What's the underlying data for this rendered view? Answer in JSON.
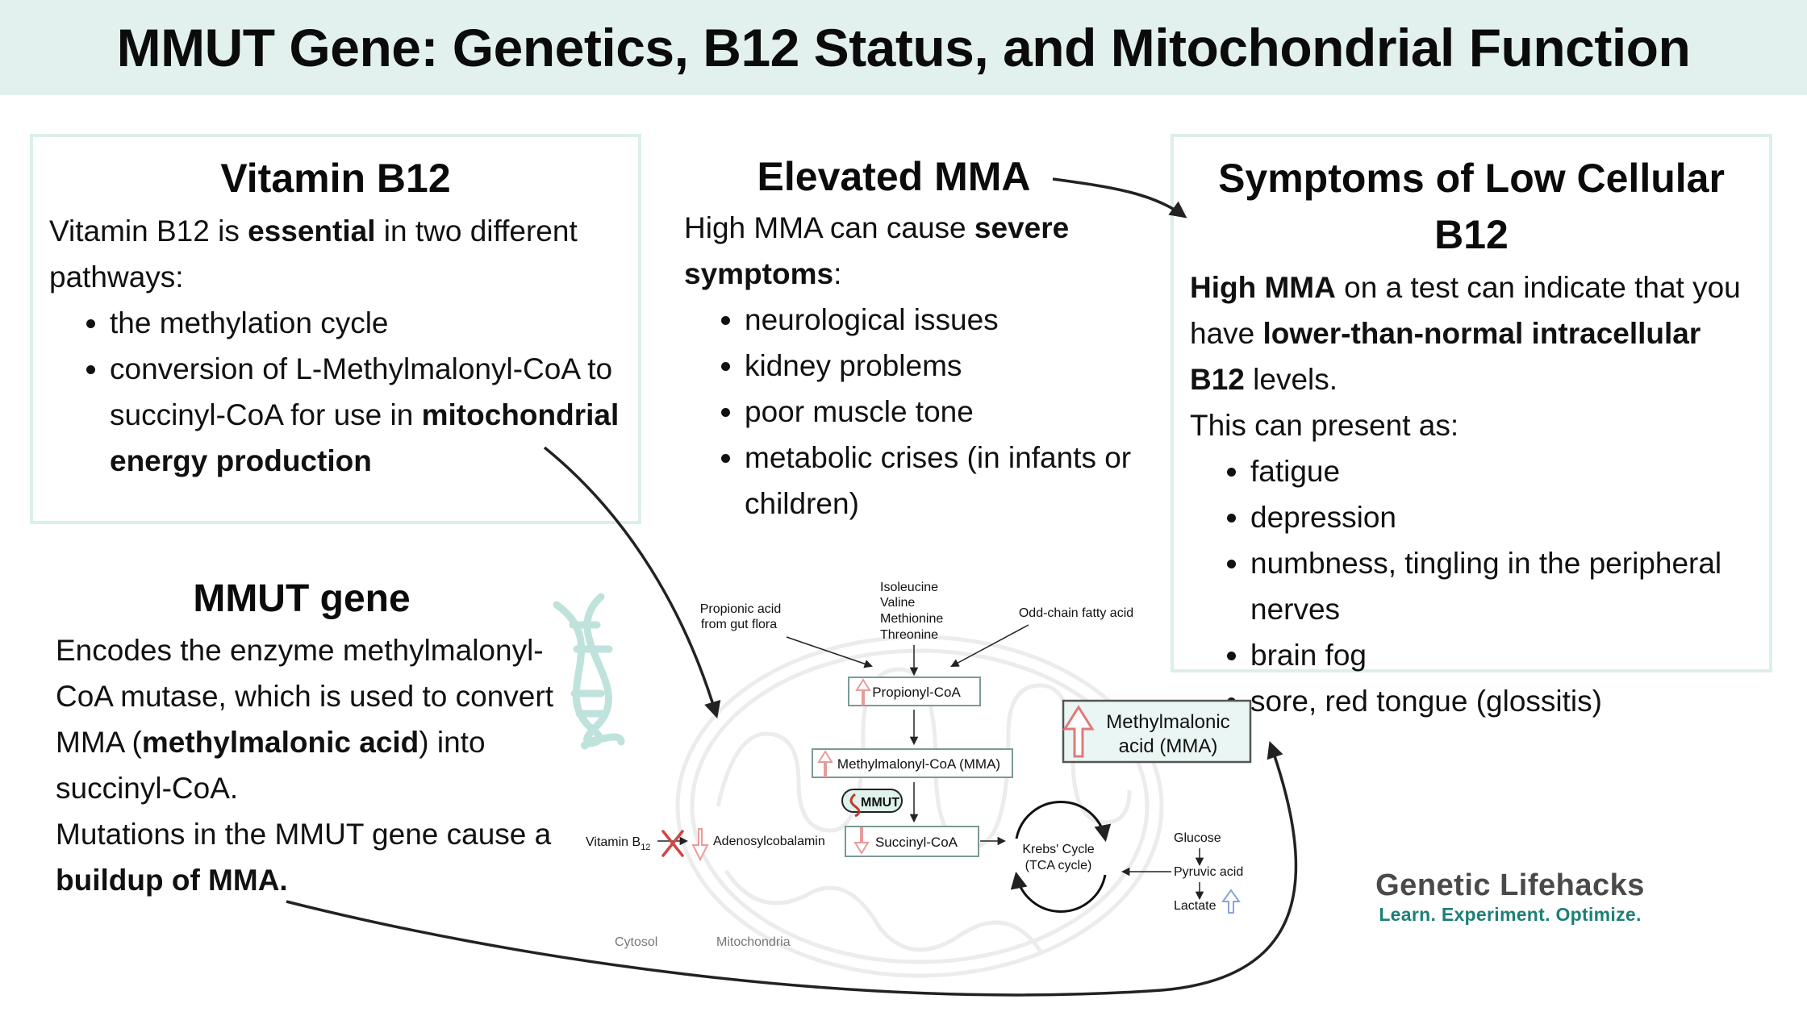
{
  "title": "MMUT Gene: Genetics, B12 Status, and Mitochondrial Function",
  "vitamin_b12": {
    "heading": "Vitamin B12",
    "intro_1": "Vitamin B12 is ",
    "intro_bold": "essential",
    "intro_2": " in two different pathways:",
    "bullet_1": "the methylation cycle",
    "bullet_2_a": "conversion of L-Methylmalonyl-CoA to succinyl-CoA for use in ",
    "bullet_2_bold": "mitochondrial energy production"
  },
  "elevated_mma": {
    "heading": "Elevated MMA",
    "intro_1": "High MMA can cause ",
    "intro_bold": "severe symptoms",
    "intro_2": ":",
    "bullets": [
      "neurological issues",
      "kidney problems",
      "poor muscle tone",
      "metabolic crises (in infants or children)"
    ]
  },
  "symptoms": {
    "heading": "Symptoms of Low Cellular B12",
    "p1_bold_a": "High MMA",
    "p1_a": " on a test can indicate that you have ",
    "p1_bold_b": "lower-than-normal intracellular B12",
    "p1_b": " levels.",
    "p2": "This can present as:",
    "bullets": [
      "fatigue",
      "depression",
      "numbness, tingling in the peripheral nerves",
      "brain fog",
      "sore, red tongue (glossitis)"
    ]
  },
  "mmut_gene": {
    "heading": "MMUT gene",
    "p1_a": "Encodes the enzyme methylmalonyl-CoA mutase, which is used to convert MMA (",
    "p1_bold": "methylmalonic acid",
    "p1_b": ") into succinyl-CoA.",
    "p2_a": "Mutations in the MMUT gene cause a ",
    "p2_bold": "buildup of MMA."
  },
  "pathway": {
    "propionic_acid_1": "Propionic acid",
    "propionic_acid_2": "from gut flora",
    "amino_acids": [
      "Isoleucine",
      "Valine",
      "Methionine",
      "Threonine"
    ],
    "odd_chain": "Odd-chain fatty acid",
    "propionyl_coa": "Propionyl-CoA",
    "methylmalonyl_coa": "Methylmalonyl-CoA (MMA)",
    "mmut_label": "MMUT",
    "succinyl_coa": "Succinyl-CoA",
    "vitamin_b12": "Vitamin B",
    "vitamin_b12_sub": "12",
    "adenosylcobalamin": "Adenosylcobalamin",
    "krebs_1": "Krebs' Cycle",
    "krebs_2": "(TCA cycle)",
    "glucose": "Glucose",
    "pyruvic_acid": "Pyruvic acid",
    "lactate": "Lactate",
    "mma_box_1": "Methylmalonic",
    "mma_box_2": "acid (MMA)",
    "cytosol": "Cytosol",
    "mitochondria": "Mitochondria"
  },
  "logo": {
    "name": "Genetic Lifehacks",
    "tagline": "Learn. Experiment. Optimize."
  },
  "colors": {
    "title_bg": "#e2f1ee",
    "box_border": "#dcefeb",
    "up_arrow": "#e89b9b",
    "teal": "#1c7f79",
    "lactate_arrow": "#8aa6d6"
  }
}
